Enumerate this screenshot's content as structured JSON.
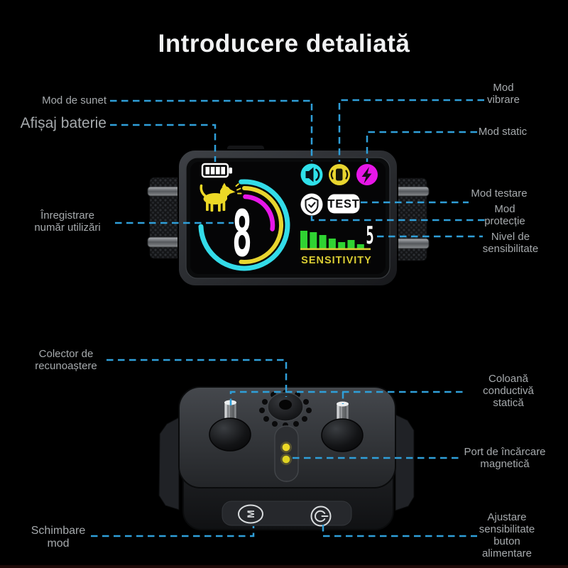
{
  "title": "Introducere detaliată",
  "colors": {
    "connector_blue": "#2f9fd9",
    "cyan": "#33dbe8",
    "yellow": "#e8d52f",
    "magenta": "#e716e7",
    "green": "#2fd332",
    "label_gray": "#a6aaad",
    "led_yellow": "#ecd826"
  },
  "labels": {
    "sound_mode": "Mod de sunet",
    "battery_display": "Afișaj baterie",
    "usage_record": "Înregistrare\nnumăr utilizări",
    "vibration_mode": "Mod\nvibrare",
    "static_mode": "Mod static",
    "test_mode": "Mod testare",
    "protection_mode": "Mod\nprotecție",
    "sensitivity_level": "Nivel de\nsensibilitate",
    "recognition_collector": "Colector de\nrecunoaștere",
    "static_conductive_column": "Coloană\nconductivă\nstatică",
    "magnetic_charging_port": "Port de încărcare\nmagnetică",
    "mode_change": "Schimbare\nmod",
    "sensitivity_adjust_power": "Ajustare\nsensibilitate\nbuton\nalimentare"
  },
  "screen": {
    "usage_count": "8",
    "test_button": "TEST",
    "sensitivity_caption": "SENSITIVITY",
    "sensitivity_value": "5",
    "battery": {
      "segments": 4
    },
    "sensitivity_bars": {
      "heights": [
        25,
        23,
        19,
        14,
        9,
        12,
        6
      ]
    },
    "icons": {
      "sound": "speaker",
      "vibration": "vibrate",
      "static": "lightning-bolt",
      "protection": "shield-check",
      "battery": "battery-level",
      "usage": "barking-dog"
    }
  },
  "device_bottom": {
    "mode_button": "M",
    "power_icon": "power-symbol",
    "charging_leds": 2
  }
}
